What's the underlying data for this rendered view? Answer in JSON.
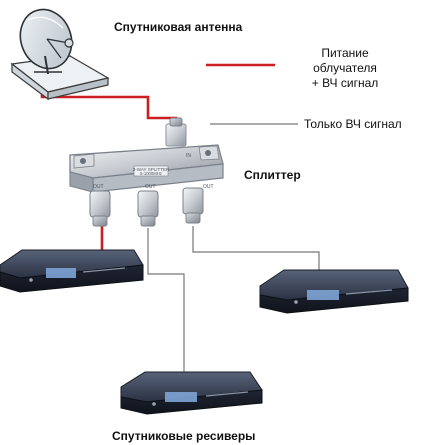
{
  "labels": {
    "antenna_title": "Спутниковая антенна",
    "legend_red_line1": "Питание",
    "legend_red_line2": "облучателя",
    "legend_red_line3": "+ ВЧ сигнал",
    "legend_gray": "Только ВЧ сигнал",
    "splitter_title": "Сплиттер",
    "receivers_title": "Спутниковые ресиверы"
  },
  "splitter_markings": {
    "port_labels": [
      "OUT",
      "OUT",
      "OUT"
    ],
    "input_label": "IN",
    "model_line1": "3-WAY SPLITTER",
    "model_line2": "5-1000MHz"
  },
  "colors": {
    "power_line": "#cc1f1f",
    "rf_line": "#777777",
    "receiver_body": "#2c3446",
    "dish": "#cfd6db",
    "splitter_metal": "#c9ccd1"
  }
}
